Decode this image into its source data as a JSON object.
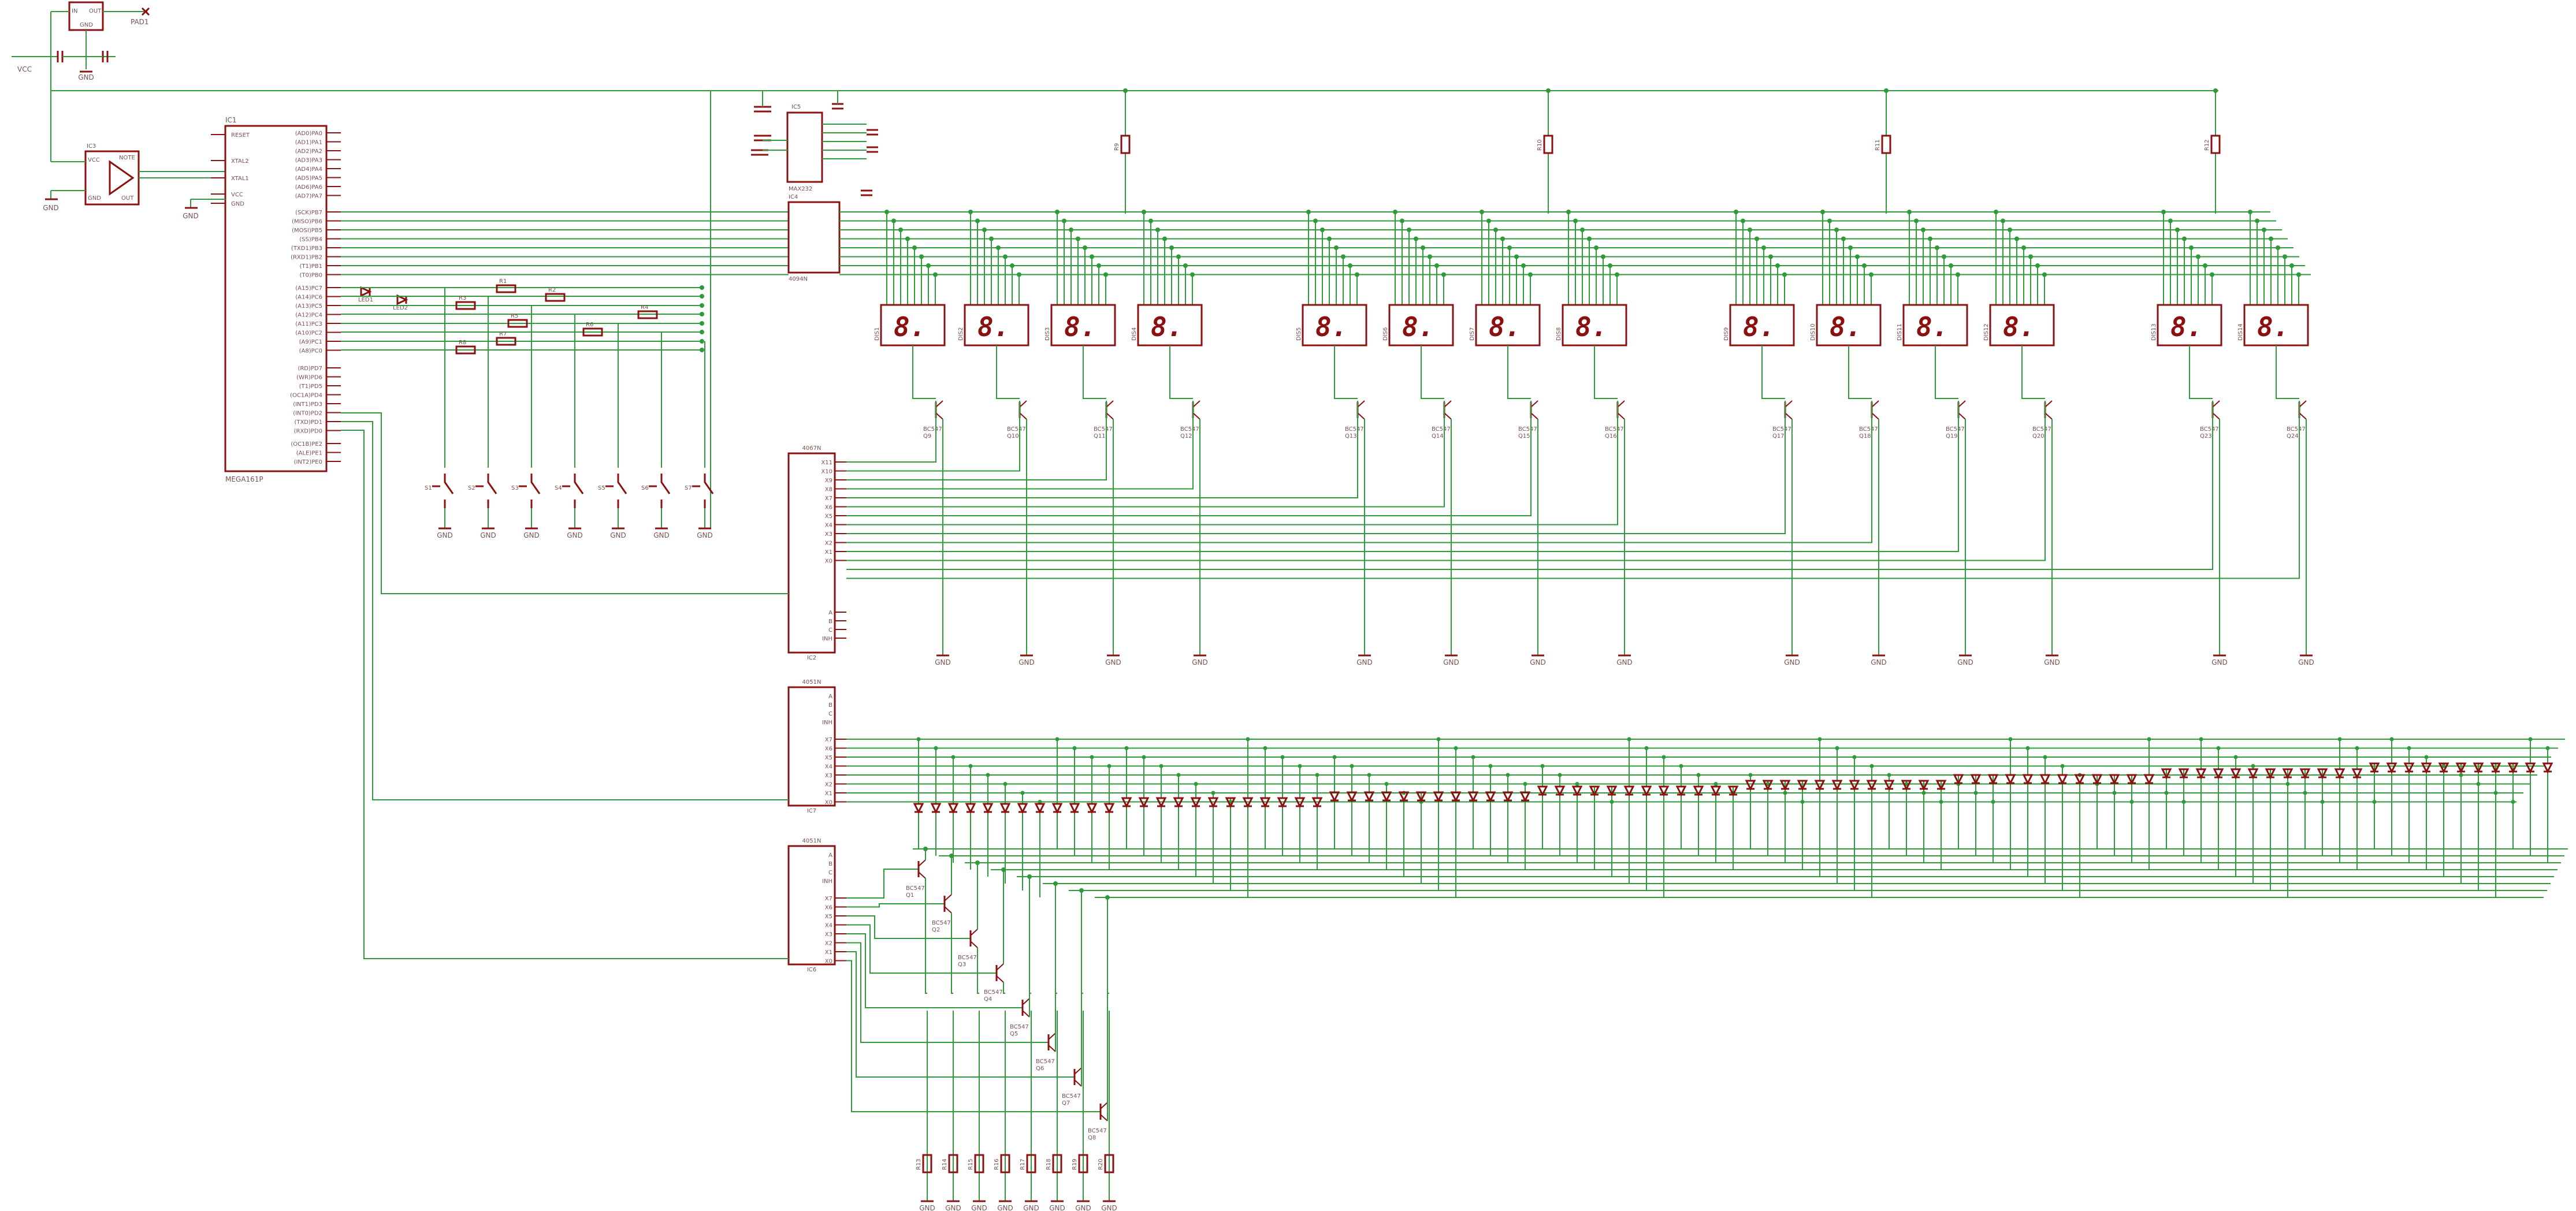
{
  "power": {
    "vcc_label": "VCC",
    "gnd_label": "GND",
    "pad_label": "PAD1",
    "regulator": {
      "pin_in": "IN",
      "pin_out": "OUT",
      "pin_gnd": "GND"
    }
  },
  "oscillator": {
    "label": "IC3",
    "pins": [
      "VCC",
      "GND",
      "NOTE",
      "OUT"
    ]
  },
  "mcu": {
    "name": "IC1",
    "value": "MEGA161P",
    "left_pins": [
      "RESET",
      "XTAL2",
      "XTAL1",
      "VCC",
      "GND"
    ],
    "right_pins_a": [
      "(AD0)PA0",
      "(AD1)PA1",
      "(AD2)PA2",
      "(AD3)PA3",
      "(AD4)PA4",
      "(AD5)PA5",
      "(AD6)PA6",
      "(AD7)PA7"
    ],
    "right_pins_b": [
      "(SCK)PB7",
      "(MISO)PB6",
      "(MOSI)PB5",
      "(SS)PB4",
      "(TXD1)PB3",
      "(RXD1)PB2",
      "(T1)PB1",
      "(T0)PB0"
    ],
    "right_pins_c": [
      "(A15)PC7",
      "(A14)PC6",
      "(A13)PC5",
      "(A12)PC4",
      "(A11)PC3",
      "(A10)PC2",
      "(A9)PC1",
      "(A8)PC0"
    ],
    "right_pins_d": [
      "(RD)PD7",
      "(WR)PD6",
      "(T1)PD5",
      "(OC1A)PD4",
      "(INT1)PD3",
      "(INT0)PD2",
      "(TXD)PD1",
      "(RXD)PD0"
    ],
    "right_pins_e": [
      "(OC1B)PE2",
      "(ALE)PE1",
      "(INT2)PE0"
    ]
  },
  "serial": {
    "ic": "IC5",
    "value": "MAX232"
  },
  "gate_ic": {
    "name": "IC4",
    "value": "4094N"
  },
  "leds_top": [
    "LED1",
    "LED2"
  ],
  "resistors_mid": [
    "R1",
    "R2",
    "R3",
    "R4",
    "R5",
    "R6",
    "R7",
    "R8"
  ],
  "switches": [
    "S1",
    "S2",
    "S3",
    "S4",
    "S5",
    "S6",
    "S7"
  ],
  "pullups": [
    "R9",
    "R10",
    "R11",
    "R12"
  ],
  "displays": [
    "DIS1",
    "DIS2",
    "DIS3",
    "DIS4",
    "DIS5",
    "DIS6",
    "DIS7",
    "DIS8",
    "DIS9",
    "DIS10",
    "DIS11",
    "DIS12",
    "DIS13",
    "DIS14"
  ],
  "display_glyph": "8.",
  "display_transistors": [
    "Q9",
    "Q10",
    "Q11",
    "Q12",
    "Q13",
    "Q14",
    "Q15",
    "Q16",
    "Q17",
    "Q18",
    "Q19",
    "Q20",
    "Q23",
    "Q24"
  ],
  "transistor_type": "BC547",
  "mux_ics": [
    {
      "name": "IC2",
      "value": "4067N"
    },
    {
      "name": "IC7",
      "value": "4051N"
    },
    {
      "name": "IC6",
      "value": "4051N"
    }
  ],
  "mux_pins_top": [
    "X11",
    "X10",
    "X9",
    "X8",
    "X7",
    "X6",
    "X5",
    "X4",
    "X3",
    "X2",
    "X1",
    "X0"
  ],
  "mux_pins_small": [
    "X7",
    "X6",
    "X5",
    "X4",
    "X3",
    "X2",
    "X1",
    "X0"
  ],
  "mux_ctrl": [
    "A",
    "B",
    "C",
    "INH"
  ],
  "row_transistors": [
    "Q1",
    "Q2",
    "Q3",
    "Q4",
    "Q5",
    "Q6",
    "Q7",
    "Q8"
  ],
  "bottom_resistors": [
    "R13",
    "R14",
    "R15",
    "R16",
    "R17",
    "R18",
    "R19",
    "R20"
  ]
}
